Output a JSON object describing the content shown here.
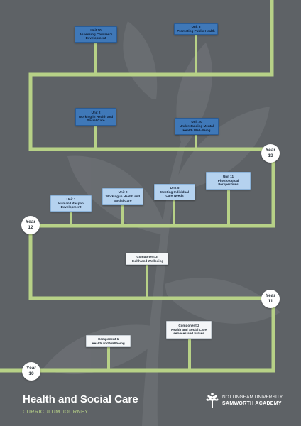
{
  "header": {
    "title": "Health and Social Care",
    "subtitle": "CURRICULUM JOURNEY"
  },
  "school": {
    "line1": "NOTTINGHAM UNIVERSITY",
    "line2": "SAMWORTH ACADEMY",
    "logo_icon": "tree-of-people-logo"
  },
  "years": [
    {
      "label": "Year",
      "number": "10"
    },
    {
      "label": "Year",
      "number": "11"
    },
    {
      "label": "Year",
      "number": "12"
    },
    {
      "label": "Year",
      "number": "13"
    }
  ],
  "units": [
    {
      "line1": "Component 1",
      "line2": "Health and Wellbeing"
    },
    {
      "line1": "Component 2",
      "line2": "Health and Social Care services and values"
    },
    {
      "line1": "Component 3",
      "line2": "Health and Wellbeing"
    },
    {
      "line1": "Unit 1",
      "line2": "Human Lifespan Development"
    },
    {
      "line1": "Unit 2",
      "line2": "Working in Health and Social Care"
    },
    {
      "line1": "Unit 5",
      "line2": "Meeting Individual Care Needs"
    },
    {
      "line1": "Unit 11",
      "line2": "Physiological Perspectives"
    },
    {
      "line1": "Unit 2",
      "line2": "Working in Health and Social Care"
    },
    {
      "line1": "Unit 20",
      "line2": "Understanding Mental Health Well-Being"
    },
    {
      "line1": "Unit 10",
      "line2": "Assessing Children's Development"
    },
    {
      "line1": "Unit 8",
      "line2": "Promoting Public Health"
    }
  ],
  "colors": {
    "background": "#5e6266",
    "path": "#b7d187",
    "unit_dark": "#3f78b8",
    "unit_light": "#b5d2ef",
    "unit_white": "#f4f6f8"
  }
}
